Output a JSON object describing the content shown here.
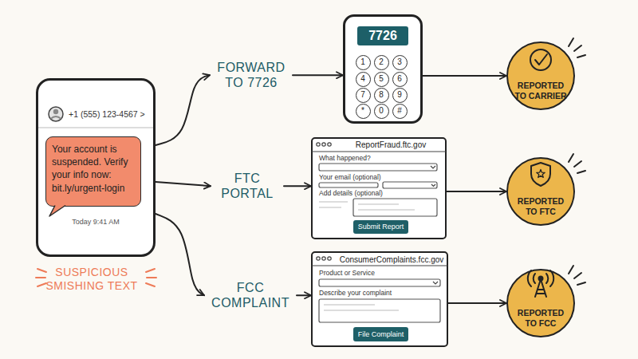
{
  "diagram": {
    "nodes": [
      {
        "text": [
          "+1 (555) 123-4567 >",
          "Today 9:41 AM"
        ]
      },
      {
        "text": [
          "Your account is suspended. Verify your info now: bit.ly/urgent-login"
        ],
        "in": 0
      },
      {
        "text": [
          "7726",
          "1",
          "2",
          "3",
          "4",
          "5",
          "6",
          "7",
          "8",
          "9",
          "*",
          "0",
          "#"
        ]
      },
      {
        "text": [
          "ReportFraud.ftc.gov",
          "What happened?",
          "Your email (optional)",
          "Add details (optional)"
        ]
      },
      {
        "text": [
          "Submit Report"
        ],
        "in": 3
      },
      {
        "text": [
          "ConsumerComplaints.fcc.gov",
          "Product or Service",
          "Describe your complaint"
        ]
      },
      {
        "text": [
          "File Complaint"
        ],
        "in": 5
      },
      {
        "text": [
          "REPORTED TO CARRIER"
        ]
      },
      {
        "text": [
          "REPORTED TO FTC"
        ]
      },
      {
        "text": [
          "REPORTED TO FCC"
        ]
      }
    ],
    "edges": [
      {
        "from": 0,
        "to": 2,
        "label": "FORWARD TO 7726",
        "arrow": "to"
      },
      {
        "from": 0,
        "to": 3,
        "label": "FTC PORTAL",
        "arrow": "to"
      },
      {
        "from": 0,
        "to": 5,
        "label": "FCC COMPLAINT",
        "arrow": "to"
      },
      {
        "from": 2,
        "to": 7,
        "arrow": "to"
      },
      {
        "from": 3,
        "to": 8,
        "arrow": "to"
      },
      {
        "from": 5,
        "to": 9,
        "arrow": "to"
      }
    ],
    "labels": [
      "SUSPICIOUS SMISHING TEXT"
    ]
  }
}
